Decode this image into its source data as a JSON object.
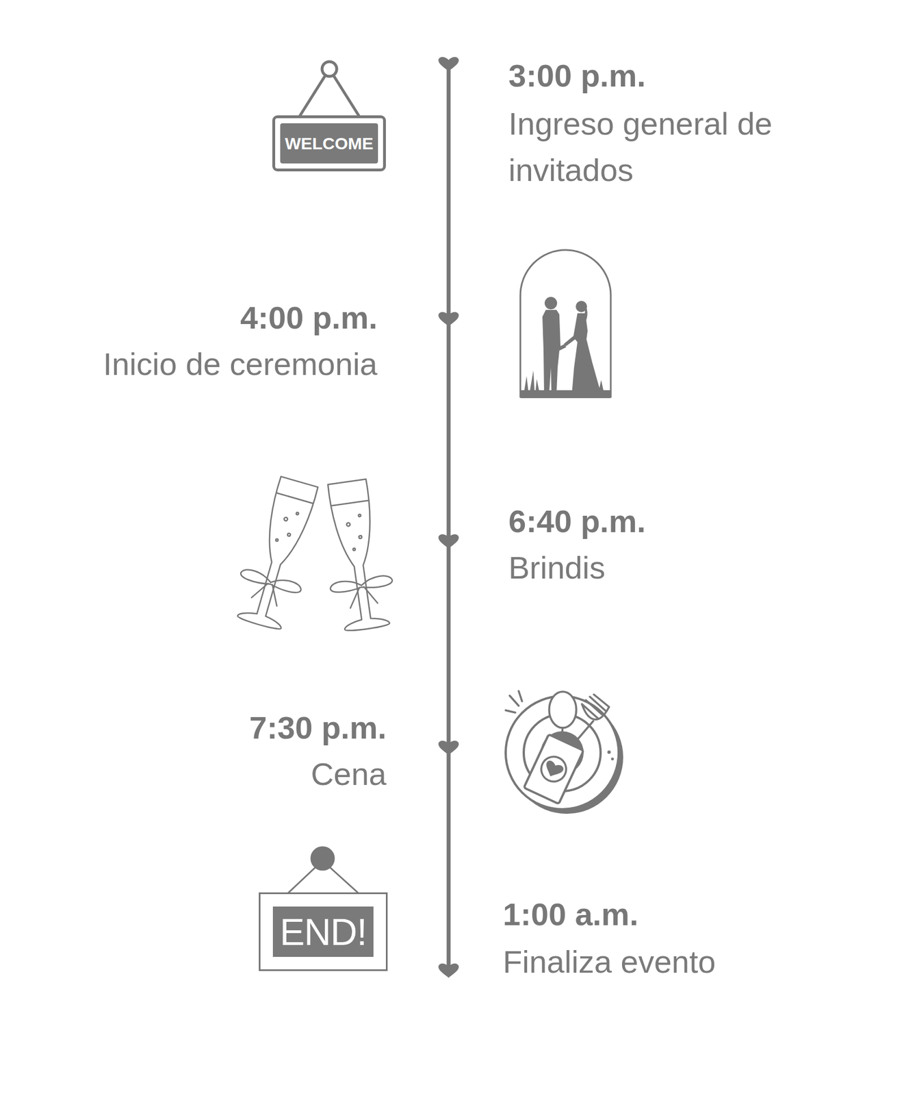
{
  "diagram": {
    "nodes": [
      {
        "text": [
          "WELCOME"
        ]
      },
      {
        "text": [
          "END!"
        ]
      }
    ],
    "labels": [
      "3:00 p.m.",
      "Ingreso general de invitados",
      "4:00 p.m.",
      "Inicio de ceremonia",
      "6:40 p.m.",
      "Brindis",
      "7:30 p.m.",
      "Cena",
      "1:00 a.m.",
      "Finaliza evento"
    ]
  }
}
